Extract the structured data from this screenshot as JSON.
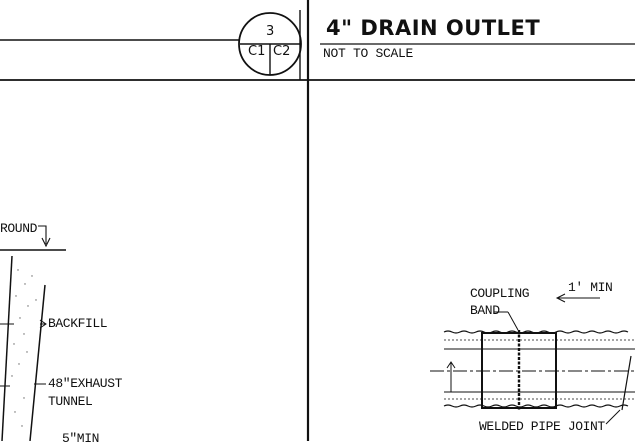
{
  "title_block": {
    "detail_number": "3",
    "sheet_left": "C1",
    "sheet_right": "C2",
    "title": "4\" DRAIN OUTLET",
    "scale_note": "NOT TO SCALE"
  },
  "left_detail": {
    "label_ground": "ROUND",
    "label_backfill": "BACKFILL",
    "label_tunnel_line1": "48\"EXHAUST",
    "label_tunnel_line2": "TUNNEL",
    "label_bottom": "5\"MIN"
  },
  "right_detail": {
    "label_coupling_line1": "COUPLING",
    "label_coupling_line2": "BAND",
    "label_min": "1' MIN",
    "label_weld": "WELDED PIPE JOINT"
  }
}
